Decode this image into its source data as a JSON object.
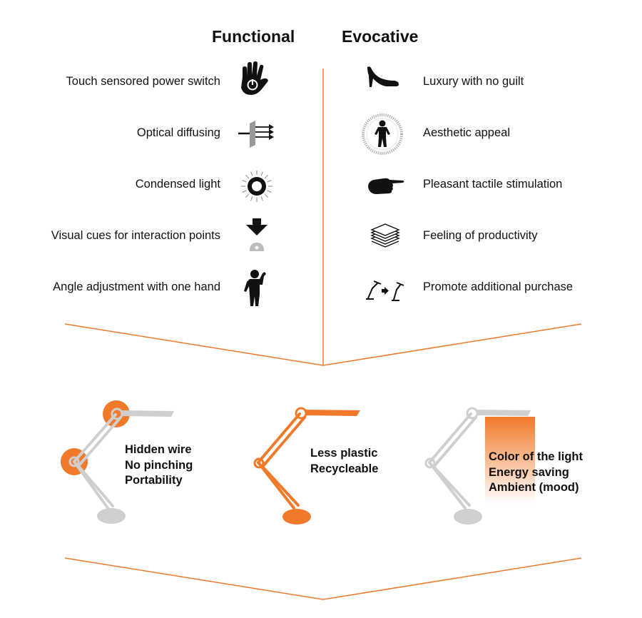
{
  "headings": {
    "functional": "Functional",
    "evocative": "Evocative"
  },
  "functional_items": [
    {
      "label": "Touch sensored power switch",
      "icon": "hand-power-icon"
    },
    {
      "label": "Optical diffusing",
      "icon": "diffuser-icon"
    },
    {
      "label": "Condensed light",
      "icon": "light-ring-icon"
    },
    {
      "label": "Visual cues for interaction points",
      "icon": "arrow-down-button-icon"
    },
    {
      "label": "Angle adjustment with one hand",
      "icon": "person-waving-icon"
    }
  ],
  "evocative_items": [
    {
      "label": "Luxury with no guilt",
      "icon": "high-heel-icon"
    },
    {
      "label": "Aesthetic appeal",
      "icon": "person-halo-icon"
    },
    {
      "label": "Pleasant tactile stimulation",
      "icon": "pointing-hand-icon"
    },
    {
      "label": "Feeling of productivity",
      "icon": "paper-stack-icon"
    },
    {
      "label": "Promote additional purchase",
      "icon": "lamp-pair-icon"
    }
  ],
  "lamps": [
    {
      "lines": [
        "Hidden wire",
        "No pinching",
        "Portability"
      ],
      "highlight": "joints"
    },
    {
      "lines": [
        "Less plastic",
        "Recycleable"
      ],
      "highlight": "whole-lamp"
    },
    {
      "lines": [
        "Color of the light",
        "Energy saving",
        "Ambient (mood)"
      ],
      "highlight": "light-beam"
    }
  ],
  "colors": {
    "accent": "#f07a2a",
    "lamp_gray": "#cfcfcf",
    "icon": "#111111"
  }
}
